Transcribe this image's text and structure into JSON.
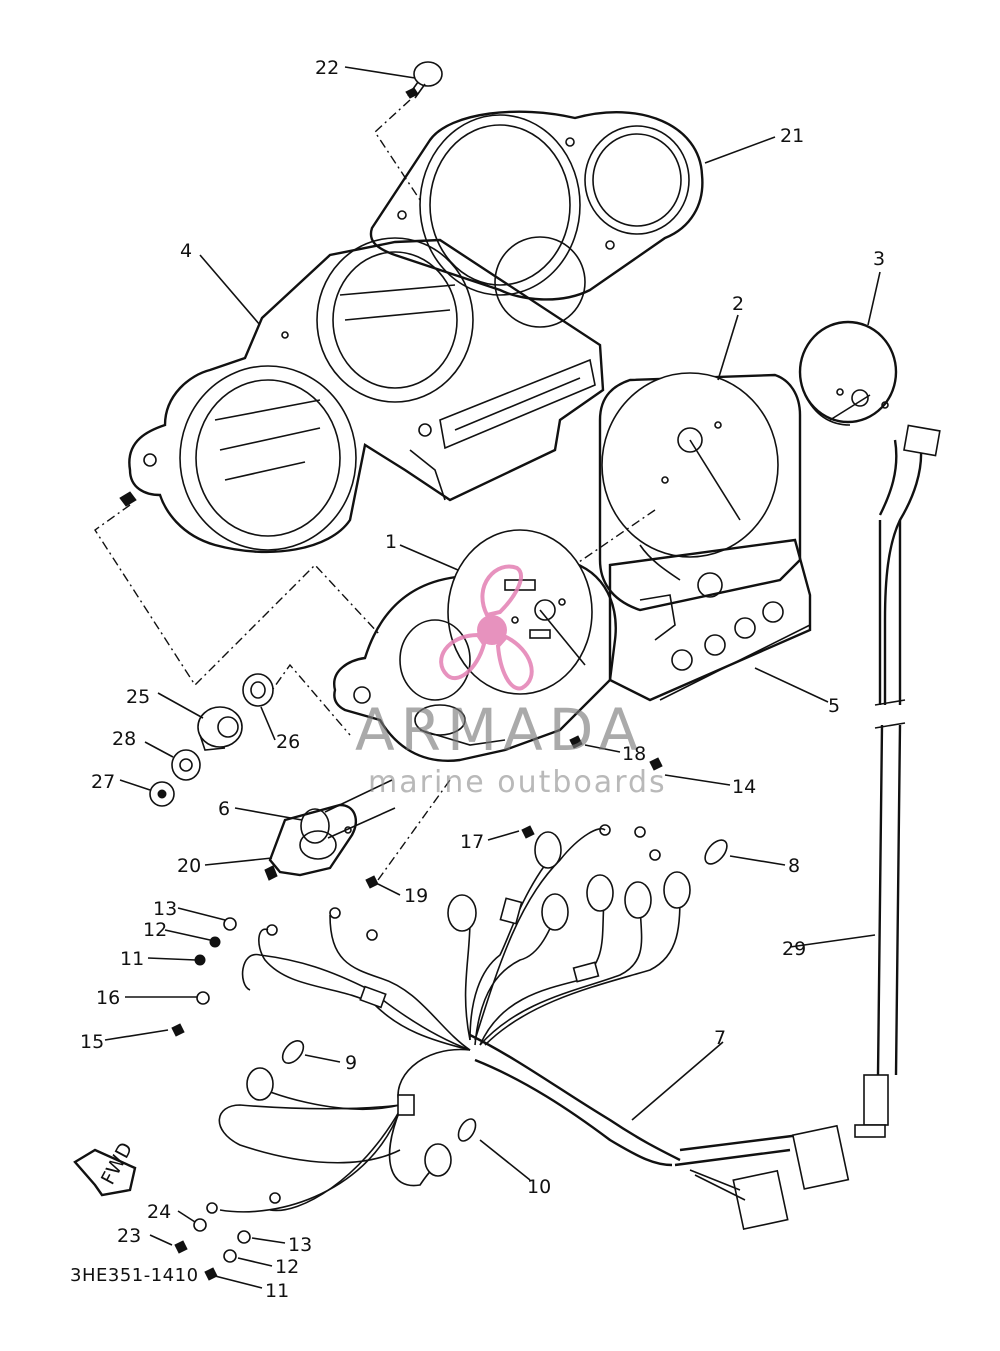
{
  "part_labels": {
    "n1": "1",
    "n2": "2",
    "n3": "3",
    "n4": "4",
    "n5": "5",
    "n6": "6",
    "n7": "7",
    "n8": "8",
    "n9": "9",
    "n10": "10",
    "n11a": "11",
    "n11b": "11",
    "n12a": "12",
    "n12b": "12",
    "n13a": "13",
    "n13b": "13",
    "n14": "14",
    "n15": "15",
    "n16": "16",
    "n17": "17",
    "n18": "18",
    "n19": "19",
    "n20": "20",
    "n21": "21",
    "n22": "22",
    "n23": "23",
    "n24": "24",
    "n25": "25",
    "n26": "26",
    "n27": "27",
    "n28": "28",
    "n29": "29"
  },
  "fwd_label": "FWD",
  "diagram_code": "3HE351-1410",
  "watermark": {
    "brand": "ARMADA",
    "tagline": "marine outboards",
    "colors": {
      "logo": "#e37fb3",
      "text": "#7a7a7a"
    }
  }
}
